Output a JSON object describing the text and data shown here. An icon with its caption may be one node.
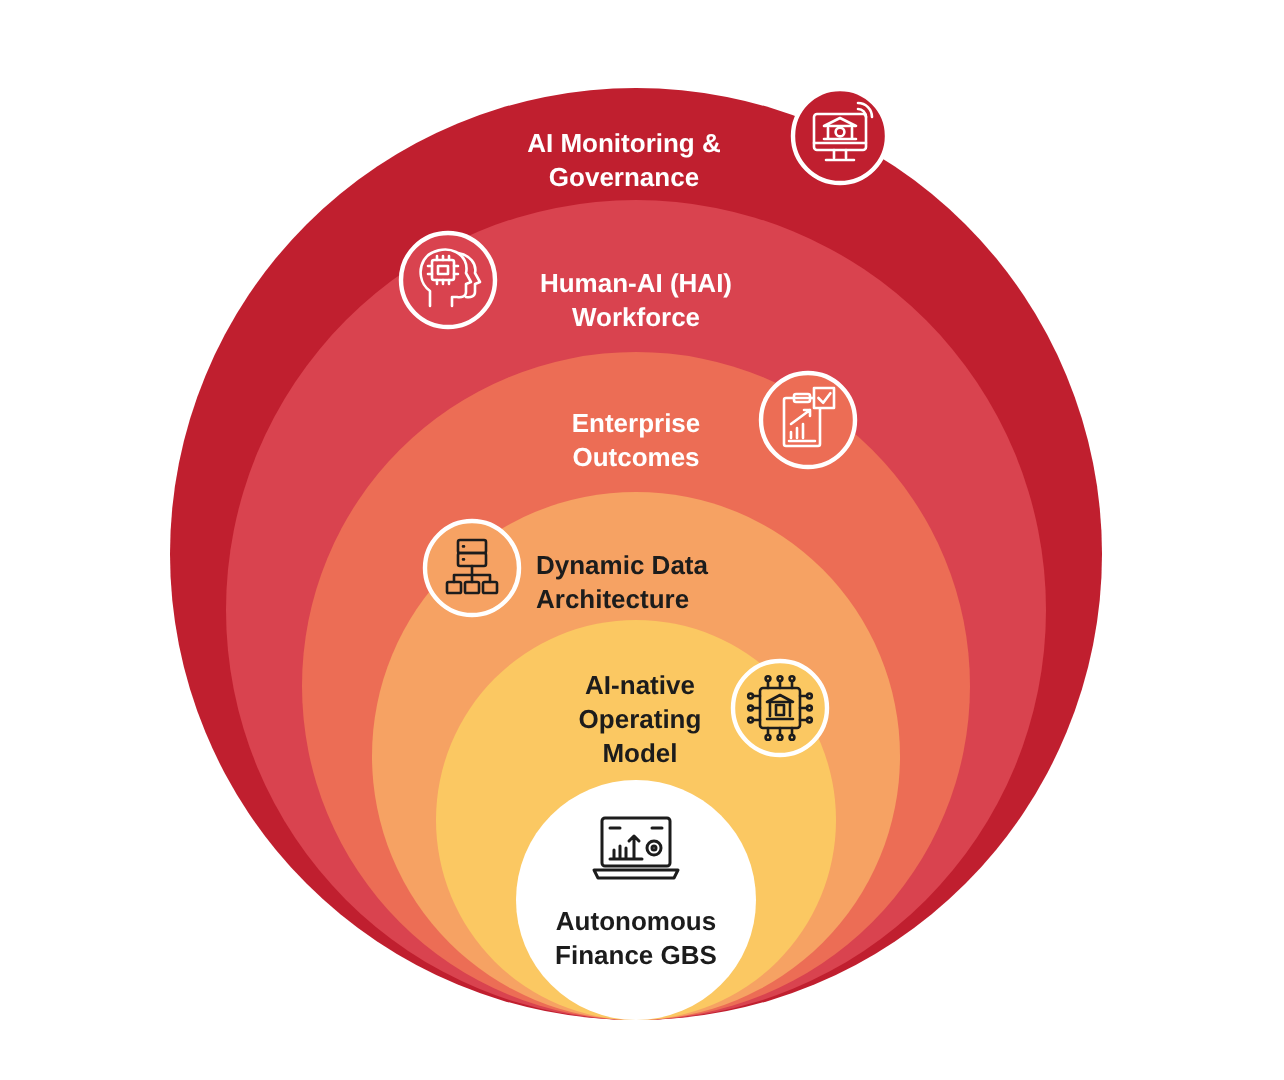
{
  "diagram": {
    "nodes": [
      {
        "text": [
          "AI Monitoring & Governance"
        ]
      },
      {
        "text": [
          "Human-AI (HAI) Workforce"
        ],
        "in": 0
      },
      {
        "text": [
          "Enterprise Outcomes"
        ],
        "in": 1
      },
      {
        "text": [
          "Dynamic Data Architecture"
        ],
        "in": 2
      },
      {
        "text": [
          "AI-native Operating Model"
        ],
        "in": 3
      },
      {
        "text": [
          "Autonomous Finance GBS"
        ],
        "in": 4
      }
    ]
  }
}
